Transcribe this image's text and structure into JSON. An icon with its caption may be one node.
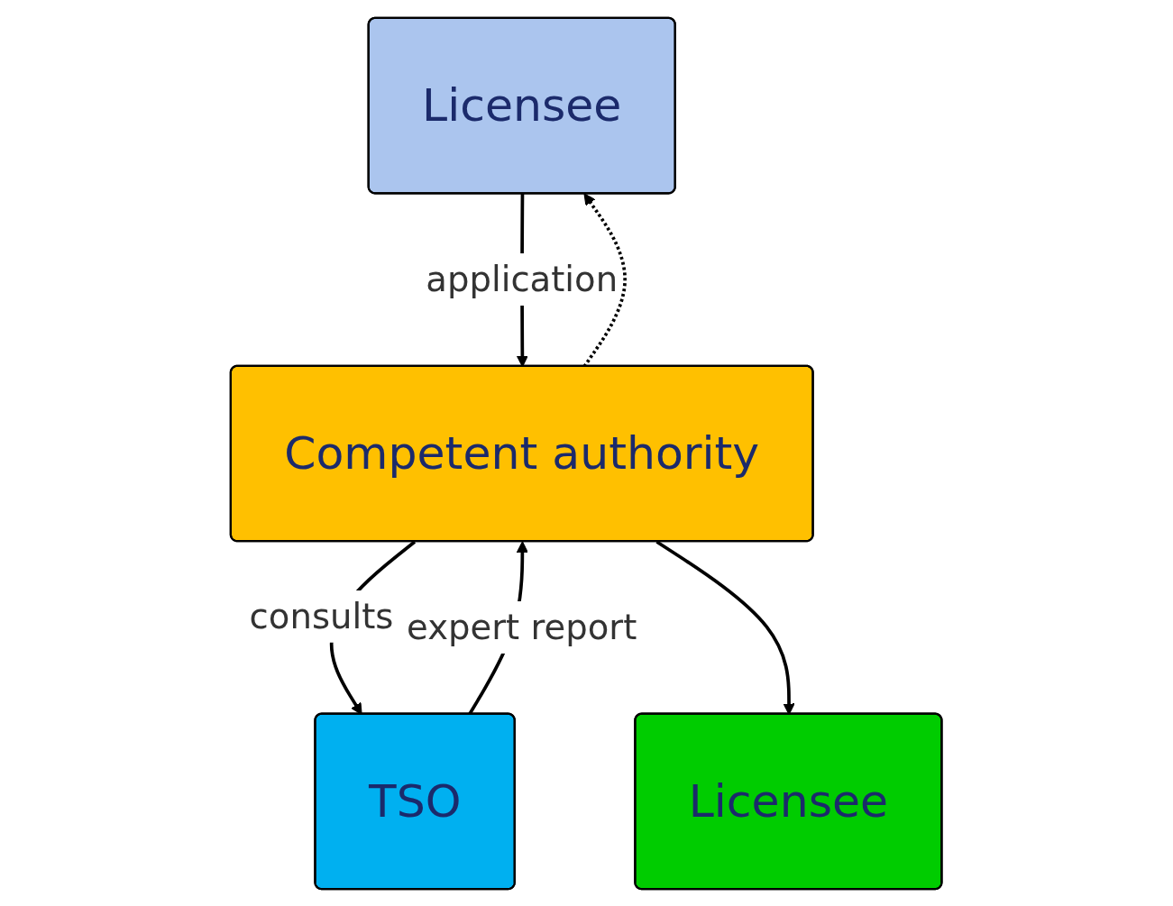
{
  "diagram": {
    "nodes": [
      {
        "text": [
          "Licensee"
        ]
      },
      {
        "text": [
          "Competent authority"
        ]
      },
      {
        "text": [
          "TSO"
        ]
      },
      {
        "text": [
          "Licensee"
        ]
      }
    ],
    "edges": [
      {
        "from": 1,
        "to": 0,
        "arrow": "to",
        "style": "dashed"
      },
      {
        "from": 0,
        "to": 1,
        "arrow": "to",
        "label": "application"
      },
      {
        "from": 1,
        "to": 2,
        "arrow": "to",
        "label": "consults"
      },
      {
        "from": 2,
        "to": 1,
        "arrow": "to",
        "label": "expert report"
      },
      {
        "from": 1,
        "to": 3,
        "arrow": "to"
      }
    ]
  }
}
